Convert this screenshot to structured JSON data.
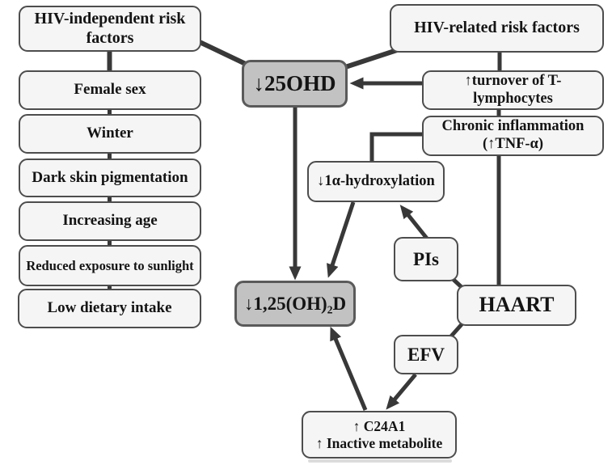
{
  "figure": {
    "title": "HIV vitamin D deficiency risk-factor diagram",
    "colors": {
      "box_fill": "#f5f5f5",
      "highlight_fill": "#c2c2c2",
      "border": "#4d4d4d",
      "line": "#383838",
      "text": "#141414",
      "background": "#ffffff"
    },
    "nodes": {
      "hiv_independent": "HIV-independent risk factors",
      "female_sex": "Female sex",
      "winter": "Winter",
      "dark_skin": "Dark skin pigmentation",
      "increasing_age": "Increasing age",
      "reduced_sunlight": "Reduced exposure to sunlight",
      "low_dietary": "Low dietary intake",
      "hiv_related": "HIV-related risk factors",
      "low_25ohd": "↓25OHD",
      "t_turnover": "↑turnover of T-lymphocytes",
      "chronic_inflammation": "Chronic inflammation (↑TNF-α)",
      "hydroxylation": "↓1α-hydroxylation",
      "pis": "PIs",
      "haart": "HAART",
      "efv": "EFV",
      "low_125ohd": "↓1,25(OH)₂D",
      "c24a1": "↑ C24A1\n↑ Inactive metabolite"
    }
  }
}
